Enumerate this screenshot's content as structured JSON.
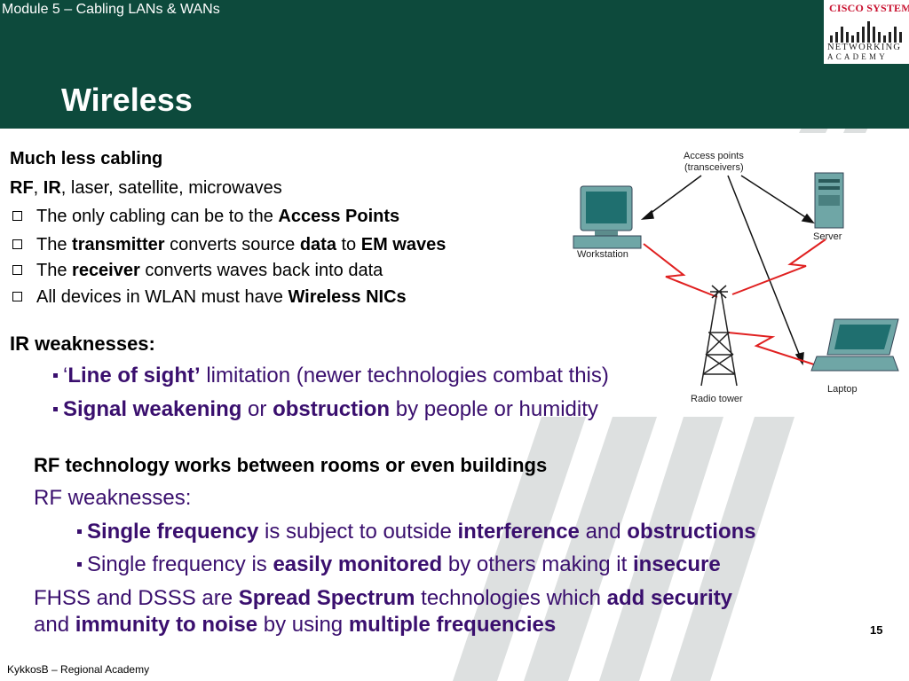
{
  "header": {
    "module_title": "Module 5 – Cabling LANs & WANs",
    "slide_title": "Wireless"
  },
  "logo": {
    "top": "CISCO SYSTEMS",
    "line1": "NETWORKING",
    "line2": "ACADEMY"
  },
  "content": {
    "line1": "Much less cabling",
    "line2": {
      "a": "RF",
      "b": ", ",
      "c": "IR",
      "d": ", laser, satellite, microwaves"
    },
    "bullets": [
      {
        "a": "The only cabling can be to the ",
        "b": "Access Points"
      },
      {
        "a": "The ",
        "b": "transmitter",
        "c": " converts source ",
        "d": "data",
        "e": " to ",
        "f": "EM waves"
      },
      {
        "a": "The ",
        "b": "receiver",
        "c": " converts waves back into data"
      },
      {
        "a": "All devices in WLAN must have ",
        "b": "Wireless NICs"
      }
    ],
    "ir_heading": "IR weaknesses:",
    "ir_items": [
      {
        "a": "‘",
        "b": "Line of sight’",
        "c": " limitation (newer technologies combat this)"
      },
      {
        "a": "Signal weakening",
        "b": " or ",
        "c": "obstruction",
        "d": " by people or humidity"
      }
    ],
    "rf_line": "RF technology works between rooms or even buildings",
    "rf_weak": "RF weaknesses:",
    "rf_items": [
      {
        "a": "Single frequency",
        "b": " is subject to outside ",
        "c": "interference",
        "d": " and ",
        "e": "obstructions"
      },
      {
        "a": "Single frequency is ",
        "b": "easily monitored",
        "c": " by others making it ",
        "d": "insecure"
      }
    ],
    "fhss1": {
      "a": "FHSS and DSSS are ",
      "b": "Spread Spectrum",
      "c": " technologies which ",
      "d": "add security"
    },
    "fhss2": {
      "a": "and ",
      "b": "immunity to noise",
      "c": " by using ",
      "d": "multiple frequencies"
    }
  },
  "diagram": {
    "access_points_1": "Access points",
    "access_points_2": "(transceivers)",
    "workstation": "Workstation",
    "server": "Server",
    "laptop": "Laptop",
    "radio_tower": "Radio tower"
  },
  "page_number": "15",
  "footer": "KykkosB – Regional Academy",
  "colors": {
    "header_bg": "#0d4a3c",
    "emphasis": "#3a0f6e",
    "signal": "#e02020",
    "logo_red": "#c8102e"
  }
}
